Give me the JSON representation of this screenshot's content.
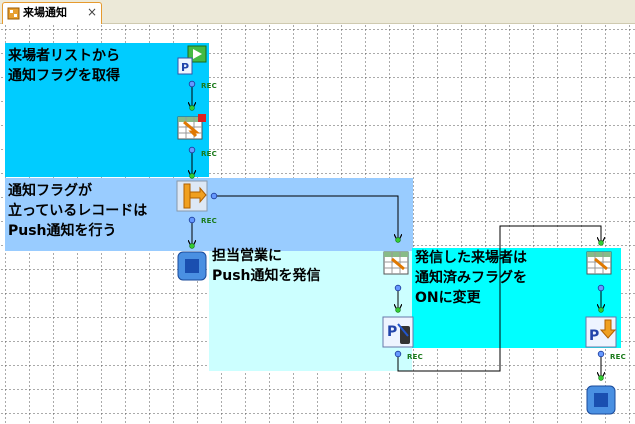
{
  "tab": {
    "label": "来場通知",
    "close": "×"
  },
  "flow": {
    "group1": "来場者リストから\n通知フラグを取得",
    "group2": "通知フラグが\n立っているレコードは\nPush通知を行う",
    "group3": "担当営業に\nPush通知を発信",
    "group4": "発信した来場者は\n通知済みフラグを\nONに変更",
    "rec_label": "REC"
  },
  "icons": {
    "node1": "push-start-icon",
    "node2": "table-read-icon",
    "node3": "branch-condition-icon",
    "node4": "end-icon",
    "node5": "table-read-icon",
    "node6": "push-send-icon",
    "node7": "table-read-icon",
    "node8": "table-update-icon",
    "node9": "end-icon"
  },
  "colors": {
    "group1": "#00ccff",
    "group2": "#99ccff",
    "group3": "#ccffff",
    "group4": "#00ffff",
    "rec": "#1a7a1a",
    "wire": "#000000"
  }
}
